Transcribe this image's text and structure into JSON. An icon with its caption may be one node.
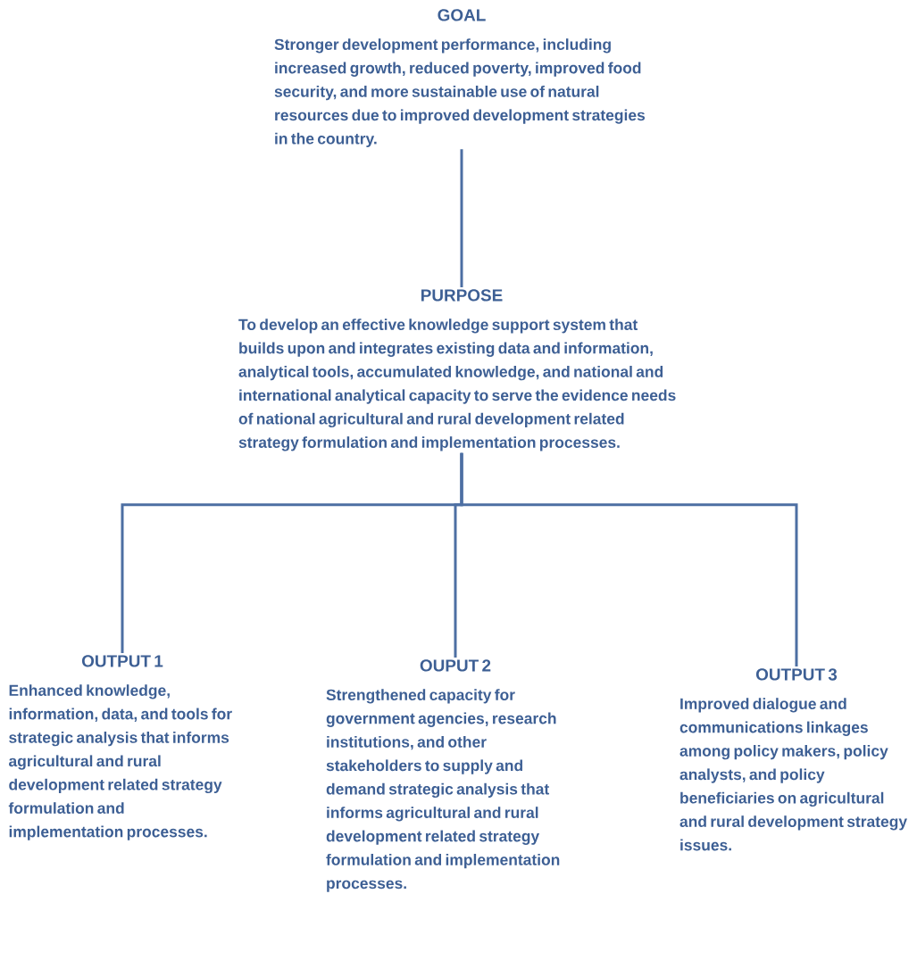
{
  "diagram": {
    "nodes": [
      {
        "text": [
          "GOAL",
          "Stronger development performance, including increased growth, reduced poverty, improved food security, and more sustainable use of natural resources due to improved development strategies in the country."
        ]
      },
      {
        "text": [
          "PURPOSE",
          "To develop an effective knowledge support system that builds upon and integrates existing data and information, analytical tools, accumulated knowledge, and national and international analytical capacity to serve the evidence needs of national agricultural and rural development related strategy formulation and implementation processes."
        ]
      },
      {
        "text": [
          "OUTPUT 1",
          "Enhanced knowledge, information, data, and tools for strategic analysis that informs agricultural and rural development related strategy formulation and implementation processes."
        ]
      },
      {
        "text": [
          "OUPUT 2",
          "Strengthened capacity for government agencies, research institutions, and other stakeholders to supply and demand strategic analysis that informs agricultural and rural development related strategy formulation and implementation processes."
        ]
      },
      {
        "text": [
          "OUTPUT 3",
          "Improved dialogue and communications linkages among policy makers, policy analysts, and policy beneficiaries on agricultural and rural development strategy issues."
        ]
      }
    ],
    "edges": [
      {
        "from": 0,
        "to": 1,
        "arrow": "none"
      },
      {
        "from": 1,
        "to": 2,
        "arrow": "none"
      },
      {
        "from": 1,
        "to": 3,
        "arrow": "none"
      },
      {
        "from": 1,
        "to": 4,
        "arrow": "none"
      }
    ]
  }
}
